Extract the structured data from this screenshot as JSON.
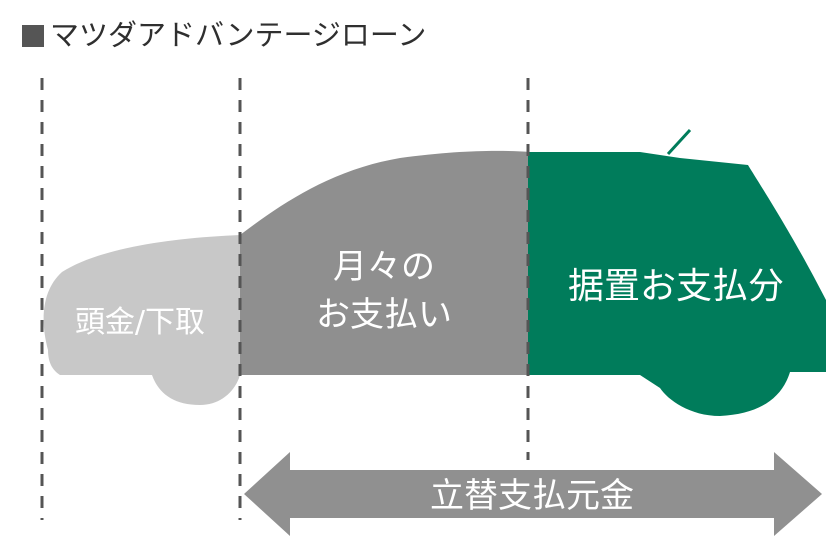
{
  "title": "マツダアドバンテージローン",
  "segments": {
    "down_payment": "頭金/下取",
    "monthly": [
      "月々の",
      "お支払い"
    ],
    "deferred": "据置お支払分"
  },
  "arrow_label": "立替支払元金",
  "colors": {
    "down_payment": "#c8c8c8",
    "monthly": "#8f8f8f",
    "deferred": "#007c5b",
    "arrow": "#909090",
    "dash": "#555555"
  }
}
